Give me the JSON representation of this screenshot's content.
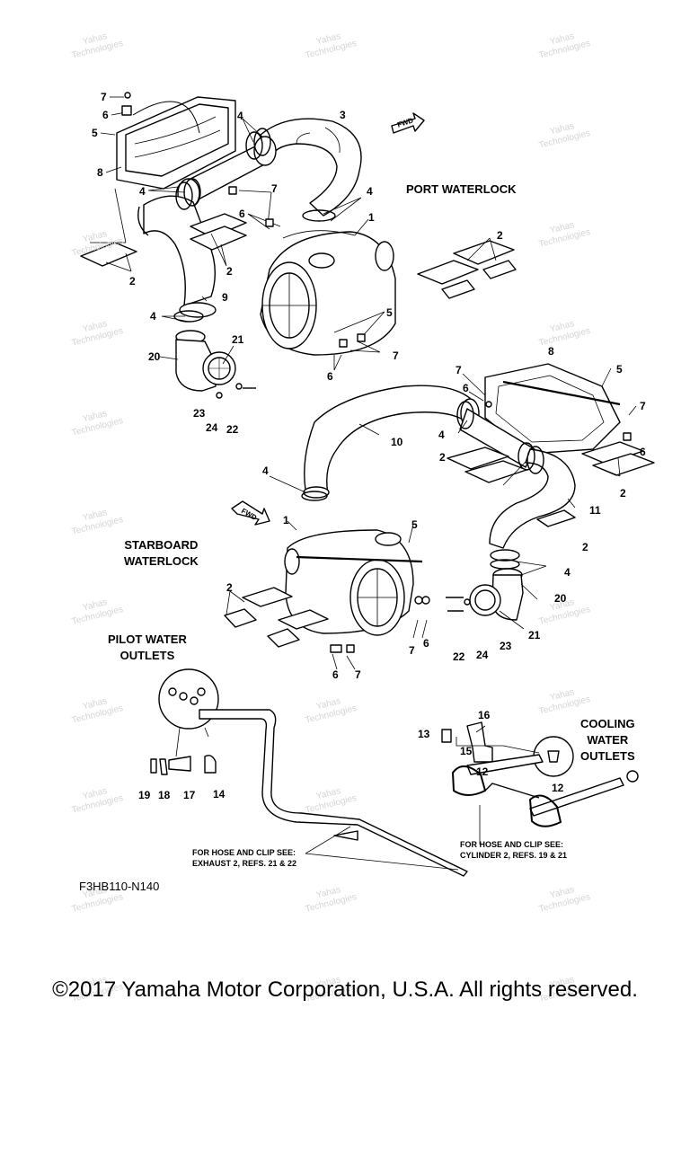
{
  "section_titles": {
    "port": "PORT WATERLOCK",
    "starboard_1": "STARBOARD",
    "starboard_2": "WATERLOCK",
    "pilot_1": "PILOT WATER",
    "pilot_2": "OUTLETS",
    "cooling_1": "COOLING",
    "cooling_2": "WATER",
    "cooling_3": "OUTLETS"
  },
  "notes": {
    "left_1": "FOR HOSE AND CLIP SEE:",
    "left_2": "EXHAUST 2, REFS. 21 & 22",
    "right_1": "FOR HOSE AND CLIP SEE:",
    "right_2": "CYLINDER 2, REFS. 19 & 21"
  },
  "fwd_label": "FWD",
  "drawing_code": "F3HB110-N140",
  "copyright": "©2017 Yamaha Motor Corporation, U.S.A. All rights reserved.",
  "watermark_1": "Yahas",
  "watermark_2": "Technologies",
  "callouts": [
    "7",
    "6",
    "5",
    "8",
    "4",
    "3",
    "4",
    "4",
    "7",
    "6",
    "2",
    "2",
    "1",
    "2",
    "9",
    "4",
    "5",
    "7",
    "6",
    "21",
    "20",
    "23",
    "24",
    "22",
    "7",
    "8",
    "5",
    "6",
    "7",
    "6",
    "10",
    "4",
    "2",
    "2",
    "4",
    "2",
    "11",
    "4",
    "1",
    "5",
    "2",
    "20",
    "21",
    "23",
    "24",
    "22",
    "7",
    "6",
    "6",
    "7",
    "13",
    "16",
    "15",
    "12",
    "12",
    "19",
    "18",
    "17",
    "14"
  ],
  "colors": {
    "line": "#000000",
    "part_fill": "#ffffff",
    "watermark": "#d4d4d4"
  }
}
